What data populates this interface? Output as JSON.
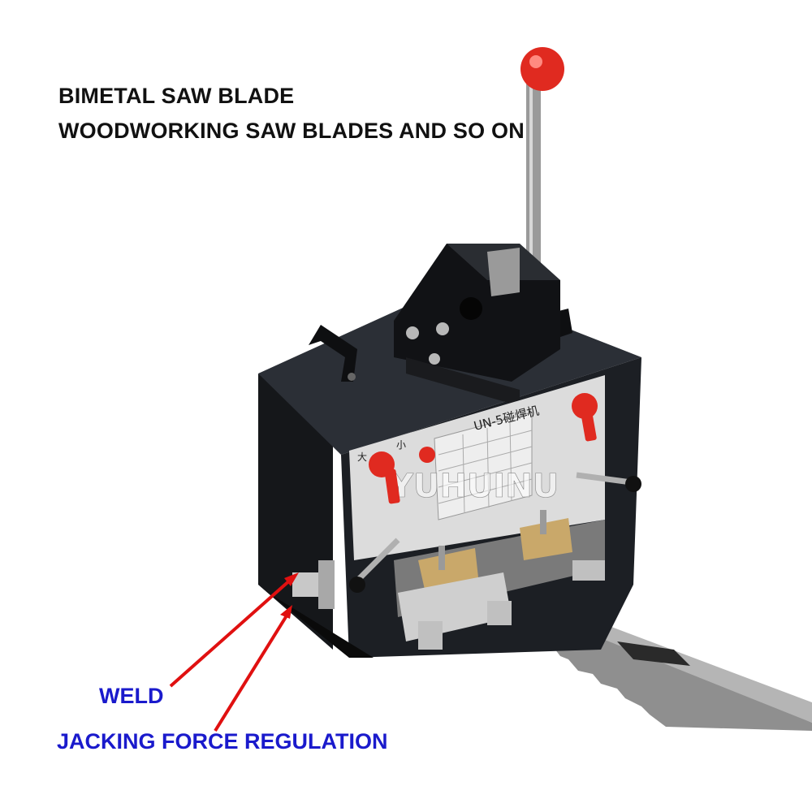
{
  "captions": {
    "line1": "BIMETAL SAW BLADE",
    "line2": "WOODWORKING SAW BLADES AND SO ON"
  },
  "callouts": {
    "weld": "WELD",
    "jacking": "JACKING FORCE REGULATION"
  },
  "machine": {
    "model_label": "UN-5碰焊机",
    "dial_left_large": "大",
    "dial_left_small": "小",
    "watermark": "YUHUINU"
  },
  "colors": {
    "caption_text": "#111111",
    "callout_text": "#1a1acc",
    "arrow": "#e01010",
    "machine_body": "#1c1f24",
    "knob_red": "#e02a20",
    "panel": "#dcdcdc"
  },
  "icons": {
    "arrows": "red-arrow-icon"
  }
}
